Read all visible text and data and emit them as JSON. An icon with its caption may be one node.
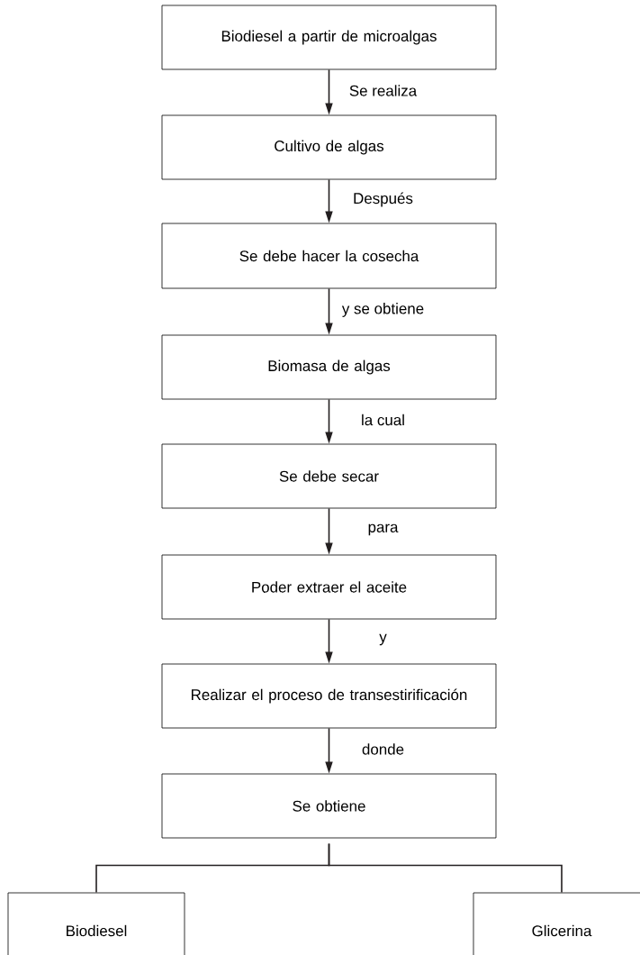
{
  "diagram": {
    "nodes": [
      {
        "text": [
          "Biodiesel a partir de microalgas"
        ]
      },
      {
        "text": [
          "Cultivo de algas"
        ]
      },
      {
        "text": [
          "Se debe hacer la cosecha"
        ]
      },
      {
        "text": [
          "Biomasa de algas"
        ]
      },
      {
        "text": [
          "Se debe secar"
        ]
      },
      {
        "text": [
          "Poder extraer el aceite"
        ]
      },
      {
        "text": [
          "Realizar el proceso de transestirificación"
        ]
      },
      {
        "text": [
          "Se obtiene"
        ]
      },
      {
        "text": [
          "Biodiesel"
        ]
      },
      {
        "text": [
          "Glicerina"
        ]
      }
    ],
    "edges": [
      {
        "from": 0,
        "to": 1,
        "arrow": "to",
        "label": "Se realiza"
      },
      {
        "from": 1,
        "to": 2,
        "arrow": "to",
        "label": "Después"
      },
      {
        "from": 2,
        "to": 3,
        "arrow": "to",
        "label": "y se obtiene"
      },
      {
        "from": 3,
        "to": 4,
        "arrow": "to",
        "label": "la cual"
      },
      {
        "from": 4,
        "to": 5,
        "arrow": "to",
        "label": "para"
      },
      {
        "from": 5,
        "to": 6,
        "arrow": "to",
        "label": "y"
      },
      {
        "from": 6,
        "to": 7,
        "arrow": "to",
        "label": "donde"
      },
      {
        "from": 7,
        "to": 8,
        "arrow": "none"
      },
      {
        "from": 7,
        "to": 9,
        "arrow": "none"
      }
    ]
  }
}
